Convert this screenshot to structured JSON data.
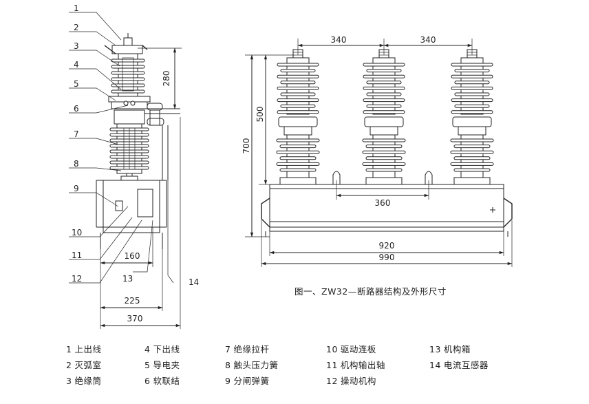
{
  "caption": "图一、ZW32—断路器结构及外形尺寸",
  "callouts": [
    "1",
    "2",
    "3",
    "4",
    "5",
    "6",
    "7",
    "8",
    "9",
    "10",
    "11",
    "12",
    "13",
    "14"
  ],
  "side_dims": {
    "h280": "280",
    "w160": "160",
    "w225": "225",
    "w370": "370"
  },
  "front_dims": {
    "p340a": "340",
    "p340b": "340",
    "h500": "500",
    "h700": "700",
    "w360": "360",
    "w920": "920",
    "w990": "990"
  },
  "legend": [
    {
      "num": "1",
      "text": "上出线"
    },
    {
      "num": "2",
      "text": "灭弧室"
    },
    {
      "num": "3",
      "text": "绝缘筒"
    },
    {
      "num": "4",
      "text": "下出线"
    },
    {
      "num": "5",
      "text": "导电夹"
    },
    {
      "num": "6",
      "text": "软联结"
    },
    {
      "num": "7",
      "text": "绝缘拉杆"
    },
    {
      "num": "8",
      "text": "触头压力簧"
    },
    {
      "num": "9",
      "text": "分闸弹簧"
    },
    {
      "num": "10",
      "text": "驱动连板"
    },
    {
      "num": "11",
      "text": "机构输出轴"
    },
    {
      "num": "12",
      "text": "操动机构"
    },
    {
      "num": "13",
      "text": "机构箱"
    },
    {
      "num": "14",
      "text": "电流互感器"
    }
  ]
}
